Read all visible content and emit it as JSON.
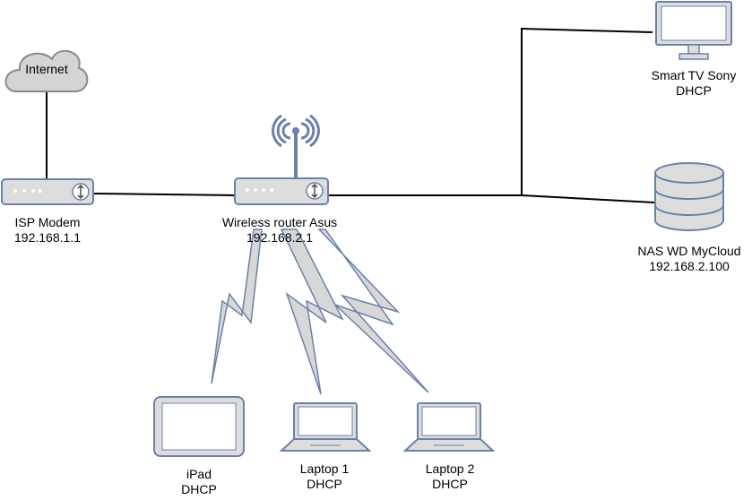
{
  "colors": {
    "device_fill": "#dddddd",
    "device_stroke": "#6a82a8",
    "bolt_fill": "#d7d7d7",
    "cloud_fill": "#d4d4d4",
    "cloud_stroke": "#8a8a8a",
    "wire": "#000000"
  },
  "nodes": {
    "internet": {
      "name": "Internet"
    },
    "modem": {
      "name": "ISP Modem",
      "ip": "192.168.1.1"
    },
    "router": {
      "name": "Wireless router Asus",
      "ip": "192.168.2.1"
    },
    "tv": {
      "name": "Smart TV Sony",
      "addr": "DHCP"
    },
    "nas": {
      "name": "NAS WD MyCloud",
      "ip": "192.168.2.100"
    },
    "ipad": {
      "name": "iPad",
      "addr": "DHCP"
    },
    "laptop1": {
      "name": "Laptop 1",
      "addr": "DHCP"
    },
    "laptop2": {
      "name": "Laptop 2",
      "addr": "DHCP"
    }
  },
  "icons": [
    "cloud-icon",
    "modem-icon",
    "router-icon",
    "wifi-antenna-icon",
    "monitor-icon",
    "database-icon",
    "tablet-icon",
    "laptop-icon"
  ]
}
